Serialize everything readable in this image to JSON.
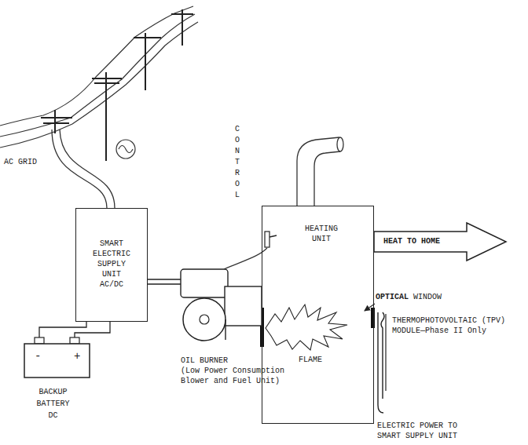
{
  "diagram": {
    "nodes": [
      {
        "text": [
          "SMART ELECTRIC SUPPLY UNIT AC/DC"
        ]
      },
      {
        "text": [
          "HEATING UNIT"
        ]
      },
      {
        "text": [
          "HEAT TO HOME"
        ]
      },
      {
        "text": [
          "-",
          "+",
          "BACKUP BATTERY DC"
        ]
      },
      {
        "text": [
          "OIL BURNER",
          "(Low Power Consumption Blower and Fuel Unit)"
        ]
      },
      {
        "text": [
          "THERMOPHOTOVOLTAIC (TPV) MODULE—Phase II Only"
        ]
      }
    ],
    "edges": [
      {
        "from": 0,
        "to": 3,
        "arrow": "none"
      },
      {
        "from": 0,
        "to": 3,
        "arrow": "none"
      },
      {
        "from": 0,
        "to": 4,
        "arrow": "none"
      }
    ],
    "labels": [
      "AC GRID",
      "CONTROL",
      "FLAME",
      "OPTICAL",
      "WINDOW",
      "ELECTRIC POWER TO SMART SUPPLY UNIT"
    ]
  }
}
